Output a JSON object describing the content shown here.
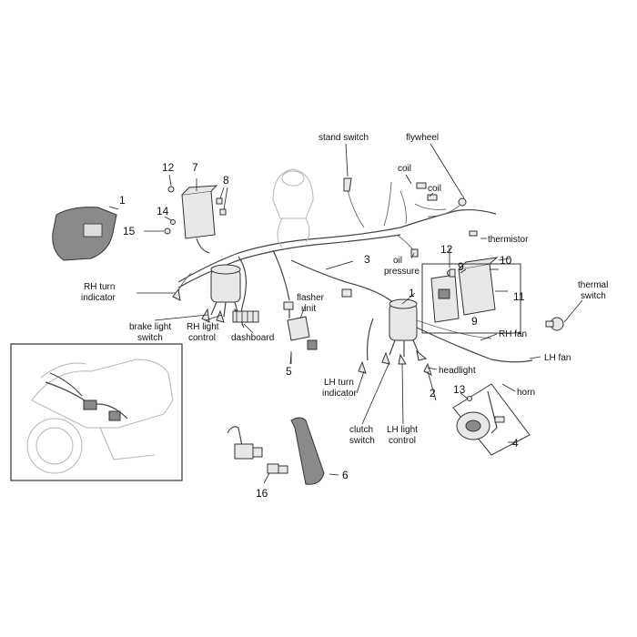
{
  "callouts": {
    "n1": "1",
    "n2": "2",
    "n3": "3",
    "n4": "4",
    "n5": "5",
    "n6": "6",
    "n7": "7",
    "n8": "8",
    "n9a": "9",
    "n9b": "9",
    "n10": "10",
    "n11": "11",
    "n12a": "12",
    "n12b": "12",
    "n13": "13",
    "n14": "14",
    "n15": "15",
    "n16": "16",
    "n1b": "1"
  },
  "labels": {
    "stand_switch": "stand switch",
    "flywheel": "flywheel",
    "coil_1": "coil",
    "coil_2": "coil",
    "thermistor": "thermistor",
    "oil_pressure_1": "oil",
    "oil_pressure_2": "pressure",
    "thermal_switch_1": "thermal",
    "thermal_switch_2": "switch",
    "rh_turn_1": "RH turn",
    "rh_turn_2": "indicator",
    "brake_light_1": "brake light",
    "brake_light_2": "switch",
    "rh_light_1": "RH light",
    "rh_light_2": "control",
    "dashboard": "dashboard",
    "flasher_1": "flasher",
    "flasher_2": "unit",
    "rh_fan": "RH fan",
    "lh_fan": "LH fan",
    "headlight": "headlight",
    "horn": "horn",
    "lh_turn_1": "LH turn",
    "lh_turn_2": "indicator",
    "clutch_1": "clutch",
    "clutch_2": "switch",
    "lh_light_1": "LH light",
    "lh_light_2": "control"
  }
}
